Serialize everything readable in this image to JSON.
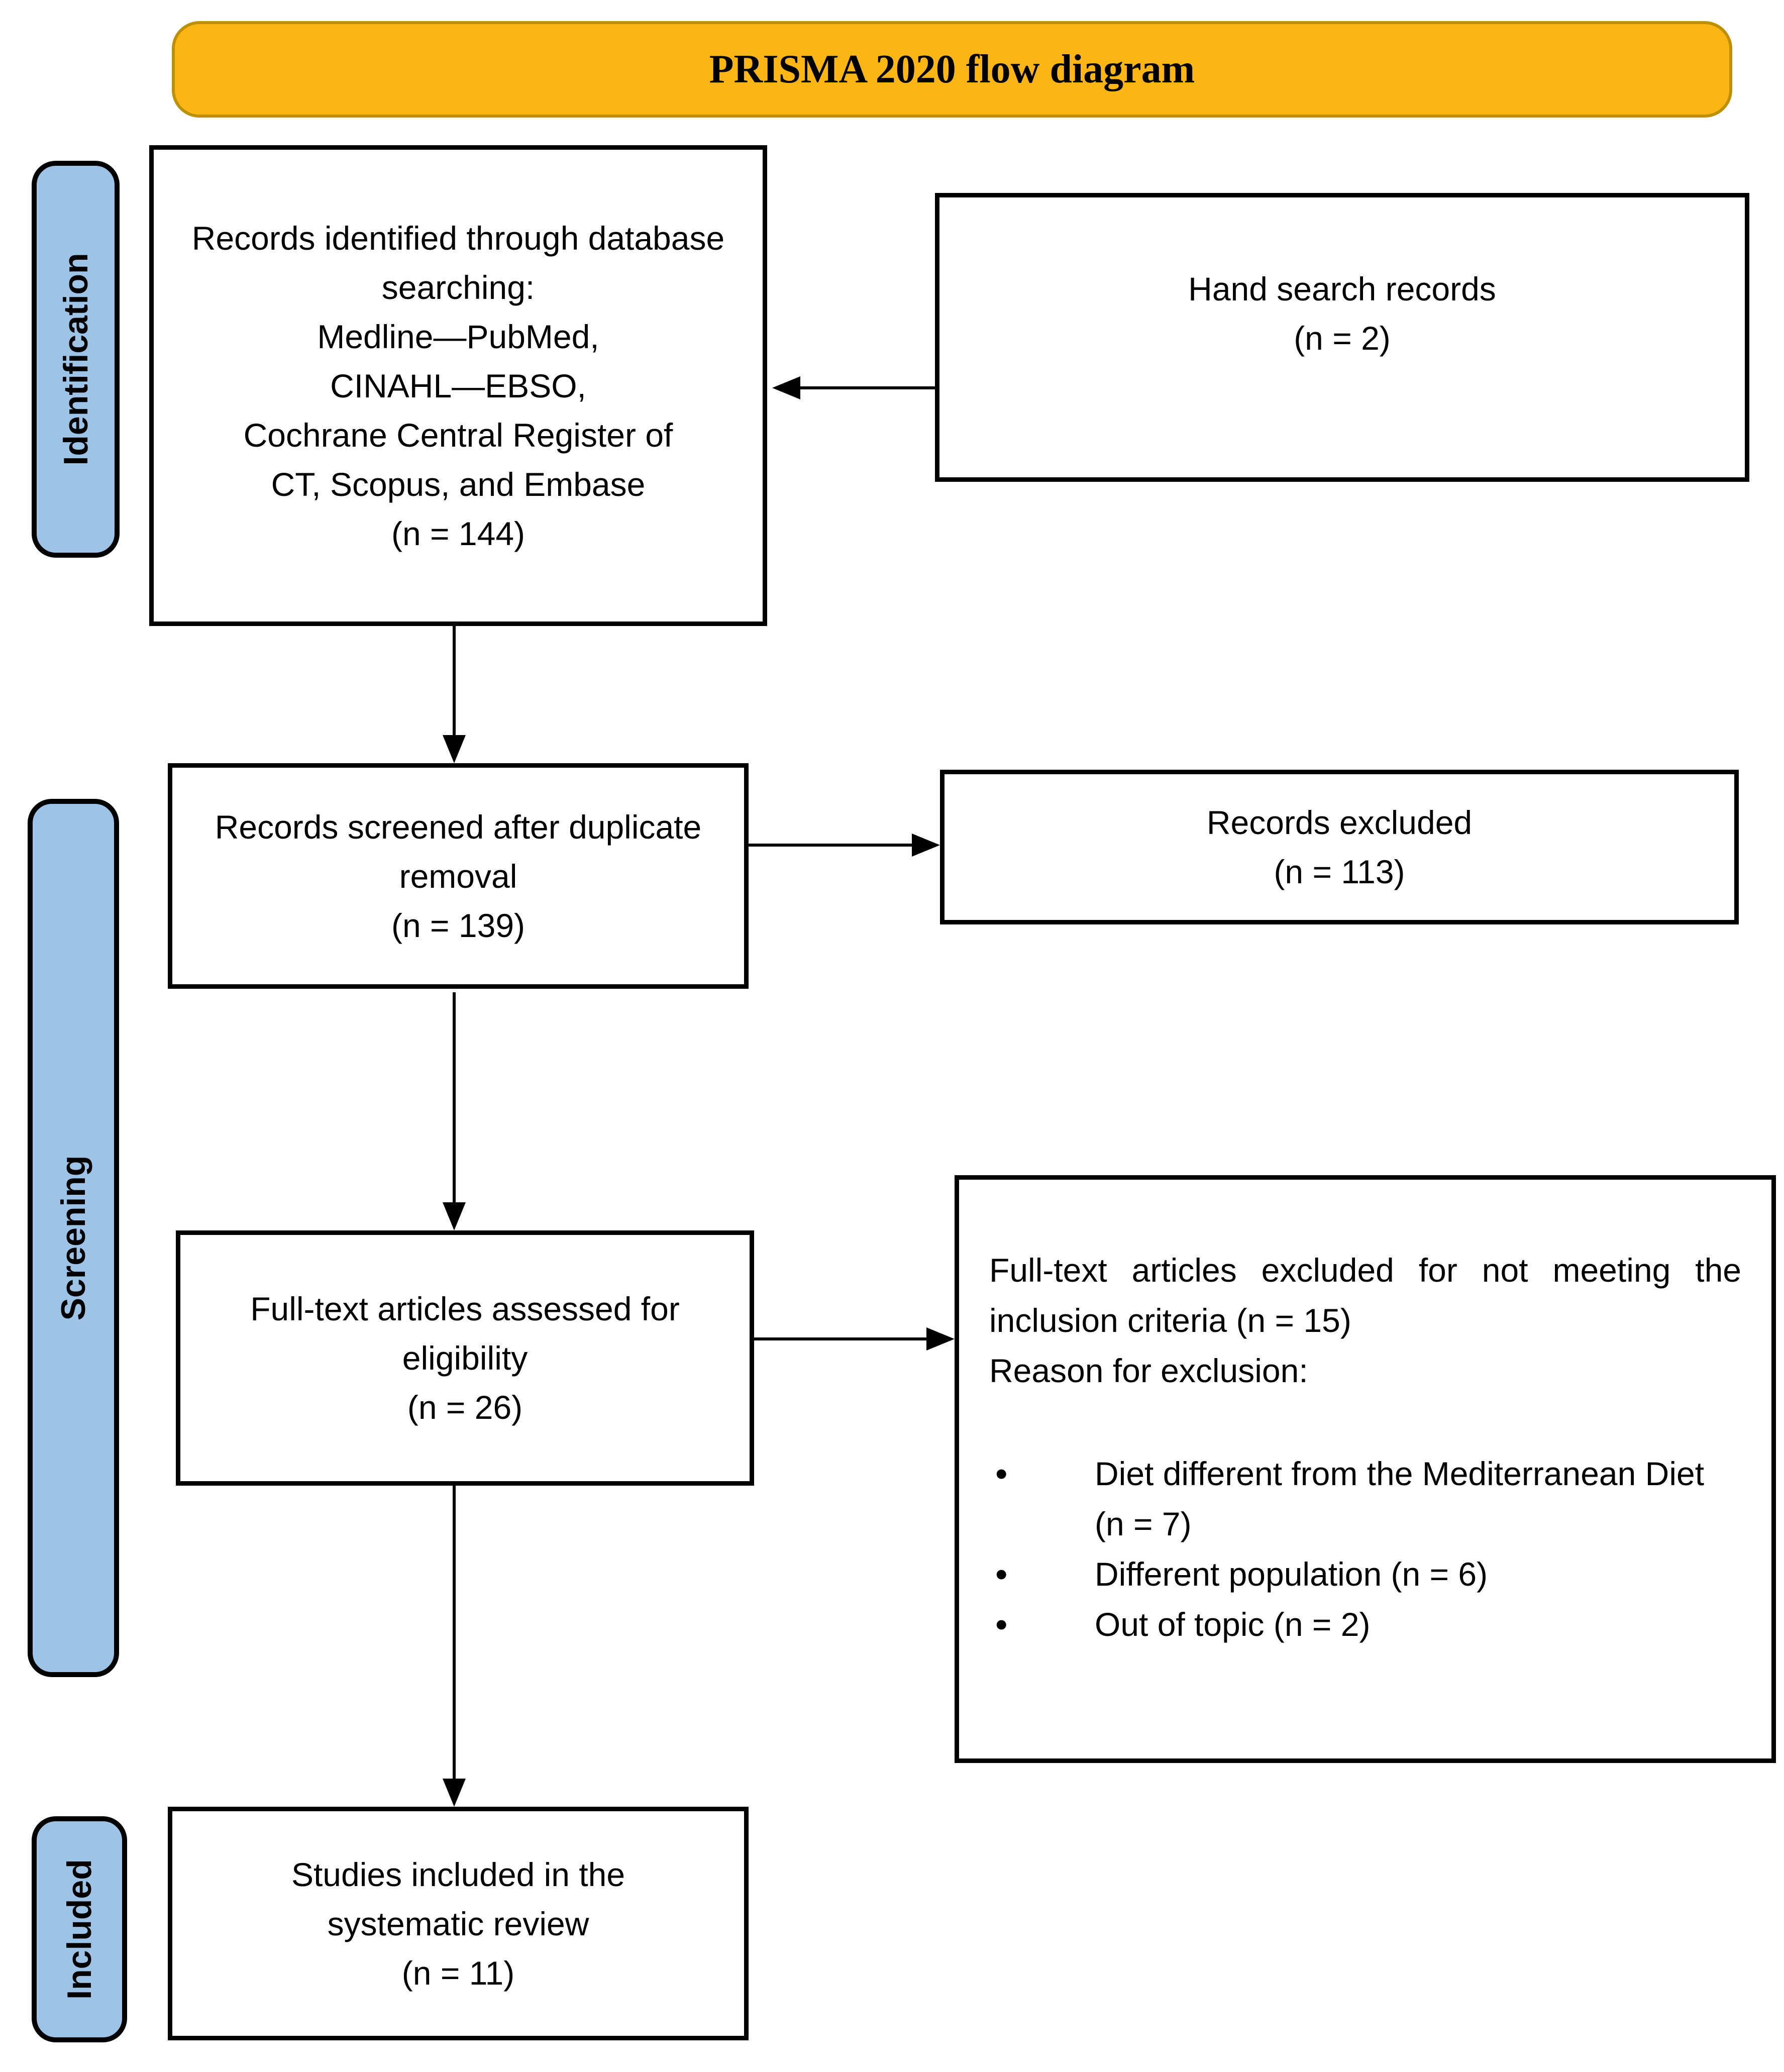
{
  "banner": {
    "title": "PRISMA 2020 flow diagram"
  },
  "stages": {
    "identification": "Identification",
    "screening": "Screening",
    "included": "Included"
  },
  "glyphs": {
    "bullet": "•"
  },
  "boxes": {
    "records_identified": {
      "lines": [
        "Records identified through database",
        "searching:",
        "Medline—PubMed,",
        "CINAHL—EBSO,",
        "Cochrane Central Register of",
        "CT, Scopus, and Embase",
        "(n = 144)"
      ]
    },
    "hand_search": {
      "lines": [
        "Hand search records",
        "(n = 2)"
      ]
    },
    "records_screened": {
      "lines": [
        "Records screened after duplicate",
        "removal",
        "(n = 139)"
      ]
    },
    "records_excluded": {
      "lines": [
        "Records excluded",
        "(n = 113)"
      ]
    },
    "full_text_assessed": {
      "lines": [
        "Full-text articles assessed for",
        "eligibility",
        "(n = 26)"
      ]
    },
    "full_text_excluded": {
      "paragraph": "Full-text articles excluded for not meeting the inclusion criteria (n = 15)",
      "reason_label": "Reason for exclusion:",
      "bullets": [
        "Diet different from the Mediterranean Diet (n = 7)",
        "Different population (n = 6)",
        "Out of topic (n = 2)"
      ]
    },
    "studies_included": {
      "lines": [
        "Studies included in the",
        "systematic review",
        "(n = 11)"
      ]
    }
  },
  "colors": {
    "banner_fill": "#FBB615",
    "banner_border": "#BE9000",
    "stage_fill": "#9DC3E6",
    "outline": "#000000"
  }
}
